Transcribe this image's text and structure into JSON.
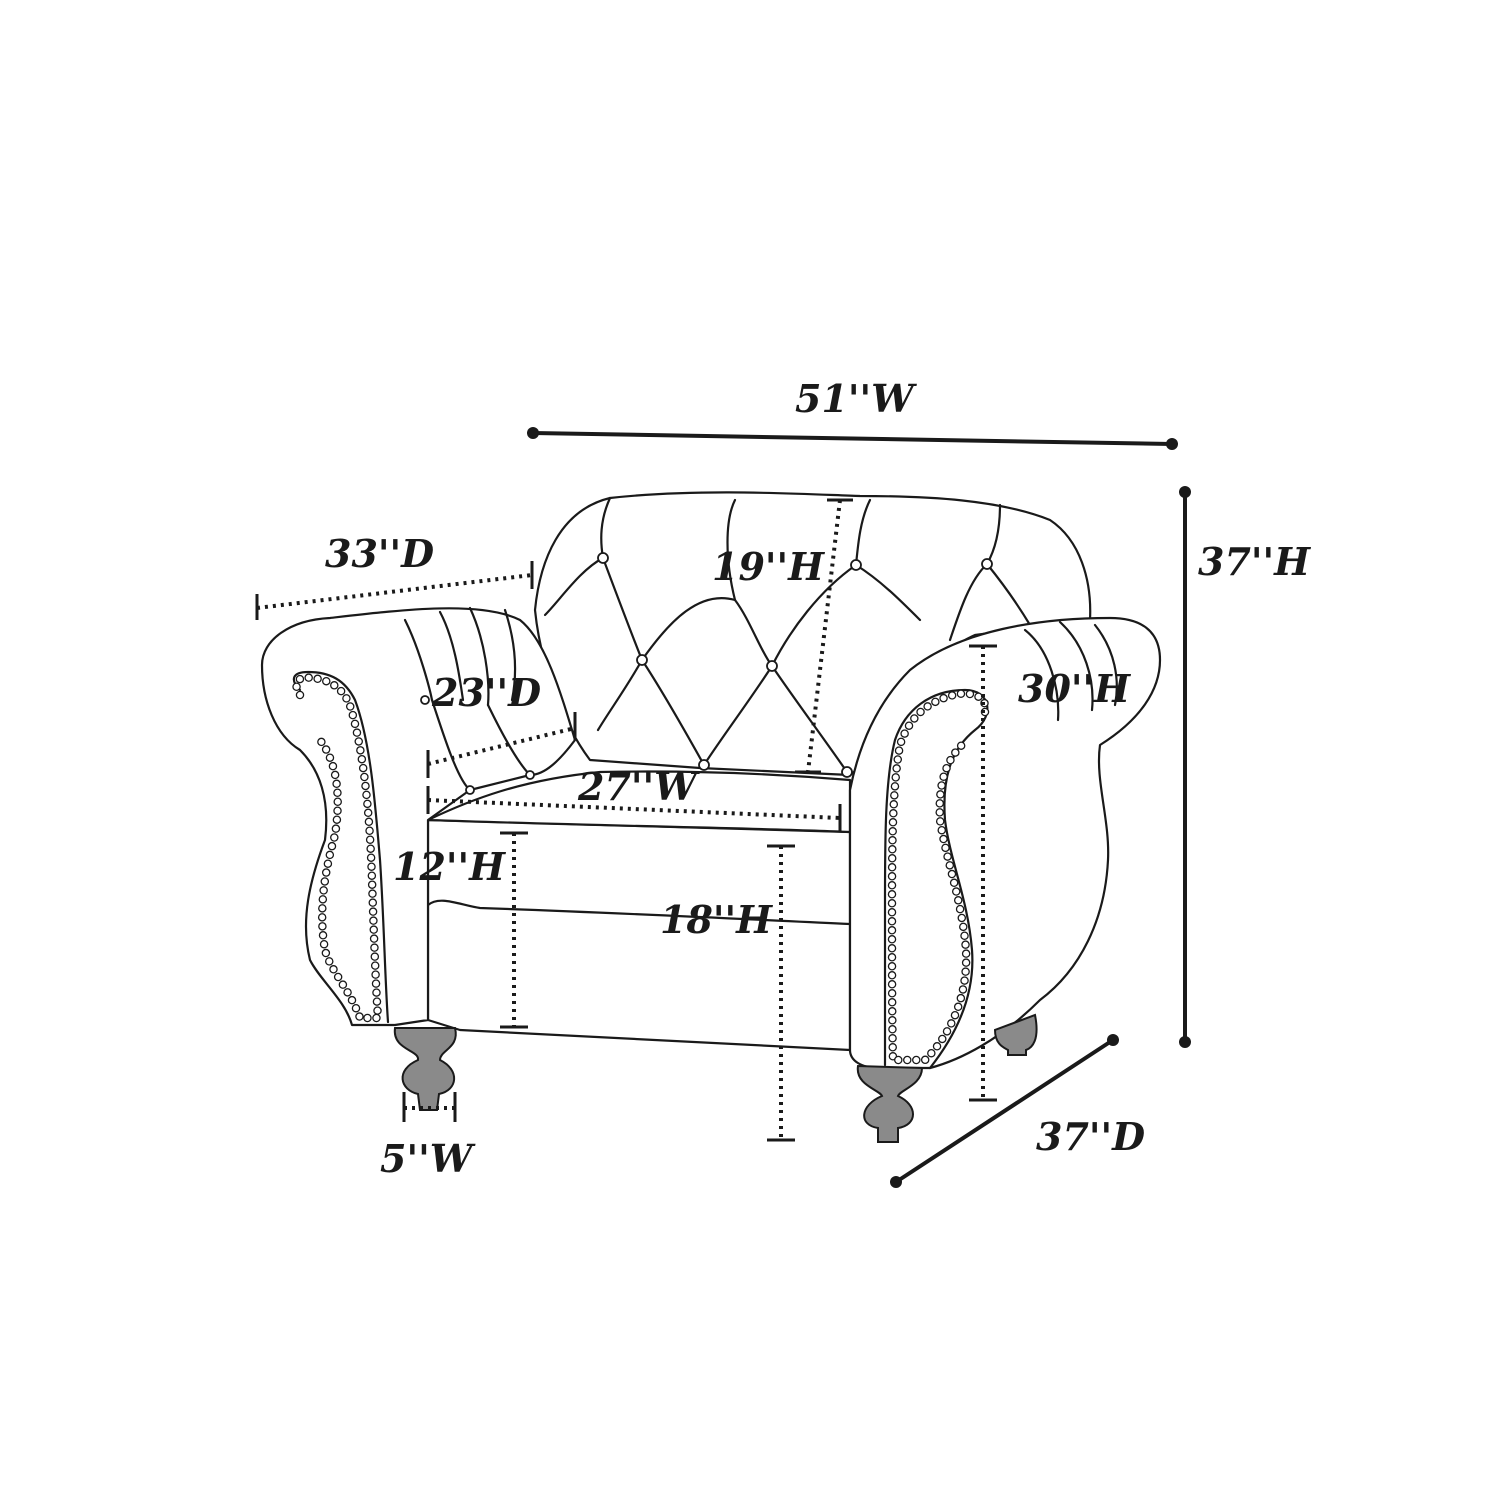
{
  "dimensions": {
    "overall_width": "51''W",
    "overall_height": "37''H",
    "overall_depth": "37''D",
    "arm_depth": "33''D",
    "seat_depth": "23''D",
    "back_height": "19''H",
    "arm_height": "30''H",
    "seat_width": "27''W",
    "arm_to_seat_height": "12''H",
    "seat_height": "18''H",
    "leg_width": "5''W"
  },
  "colors": {
    "line": "#1a1a1a",
    "leg": "#8a8a8a",
    "background": "#ffffff"
  }
}
